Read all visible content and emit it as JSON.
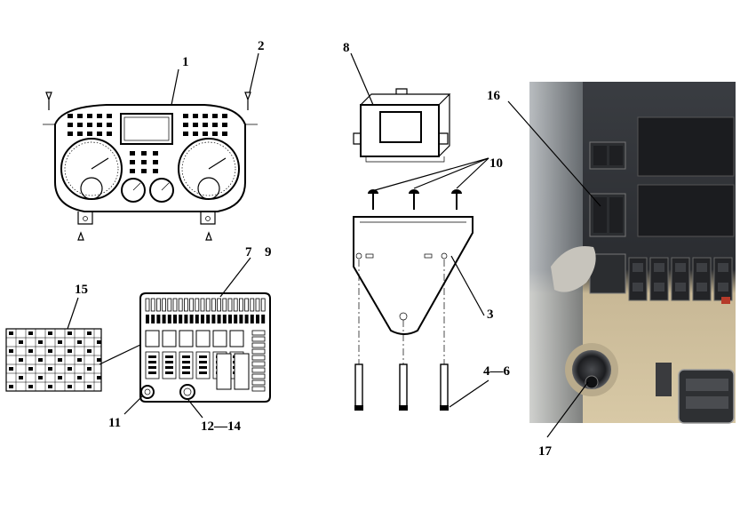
{
  "labels": {
    "l1": "1",
    "l2": "2",
    "l3": "3",
    "l4_6": "4—6",
    "l7": "7",
    "l8": "8",
    "l9": "9",
    "l10": "10",
    "l11": "11",
    "l12_14": "12—14",
    "l15": "15",
    "l16": "16",
    "l17": "17"
  }
}
